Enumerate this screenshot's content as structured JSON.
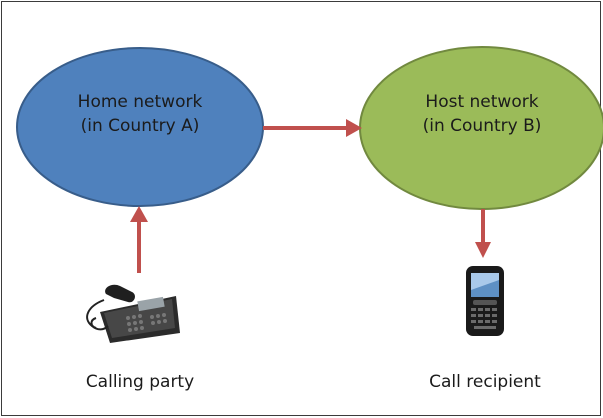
{
  "nodes": {
    "home": {
      "line1": "Home network",
      "line2": "(in Country A)",
      "fill": "#4f81bd",
      "stroke": "#385d8a"
    },
    "host": {
      "line1": "Host network",
      "line2": "(in Country B)",
      "fill": "#9bbb59",
      "stroke": "#71893f"
    }
  },
  "arrow_color": "#c0504d",
  "icons": {
    "caller": "desk-phone-icon",
    "recipient": "smartphone-icon"
  },
  "captions": {
    "caller": "Calling party",
    "recipient": "Call recipient"
  }
}
